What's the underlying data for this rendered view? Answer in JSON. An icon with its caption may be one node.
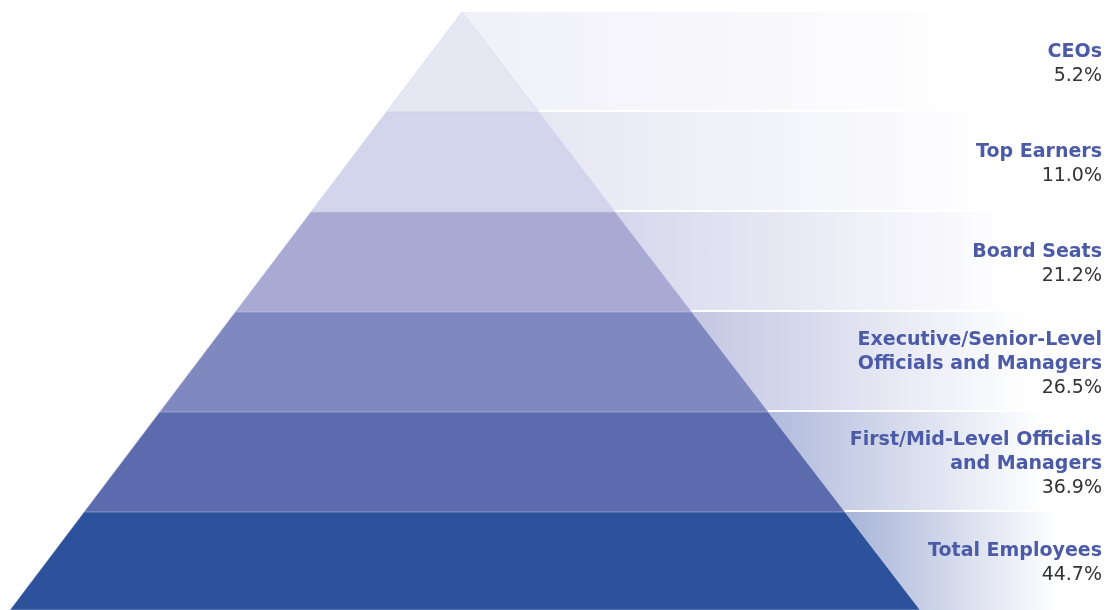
{
  "diagram": {
    "nodes": [
      {
        "text": [
          "CEOs",
          "5.2%"
        ]
      },
      {
        "text": [
          "Top Earners",
          "11.0%"
        ]
      },
      {
        "text": [
          "Board Seats",
          "21.2%"
        ]
      },
      {
        "text": [
          "Executive/Senior-Level Officials and Managers",
          "26.5%"
        ]
      },
      {
        "text": [
          "First/Mid-Level Officials and Managers",
          "36.9%"
        ]
      },
      {
        "text": [
          "Total Employees",
          "44.7%"
        ]
      }
    ]
  }
}
